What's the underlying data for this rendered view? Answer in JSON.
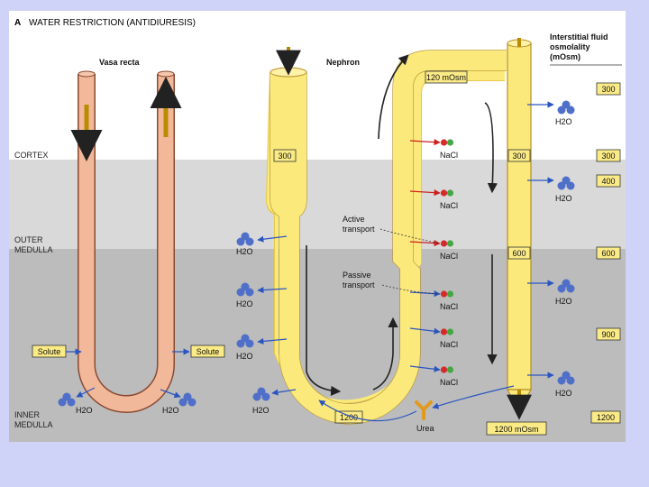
{
  "figure": {
    "panel_letter": "A",
    "title": "WATER RESTRICTION (ANTIDIURESIS)",
    "zones": {
      "cortex": "CORTEX",
      "outer_medulla": [
        "OUTER",
        "MEDULLA"
      ],
      "inner_medulla": [
        "INNER",
        "MEDULLA"
      ]
    },
    "vasa_recta": {
      "label": "Vasa recta",
      "solute_left": "Solute",
      "solute_right": "Solute",
      "h2o_left": "H2O",
      "h2o_right": "H2O"
    },
    "nephron": {
      "label": "Nephron",
      "box_top_descending": "300",
      "box_tip": "1200",
      "box_top_ascending": "120 mOsm",
      "collecting_duct_boxes": [
        "300",
        "600"
      ],
      "collecting_duct_bottom": "1200 mOsm",
      "h2o_labels": [
        "H2O",
        "H2O",
        "H2O",
        "H2O"
      ],
      "nacl_labels": [
        "NaCl",
        "NaCl",
        "NaCl",
        "NaCl",
        "NaCl",
        "NaCl"
      ],
      "active_transport": [
        "Active",
        "transport"
      ],
      "passive_transport": [
        "Passive",
        "transport"
      ],
      "urea": "Urea",
      "cd_h2o_labels": [
        "H2O",
        "H2O",
        "H2O",
        "H2O"
      ]
    },
    "interstitial": {
      "header": [
        "Interstitial fluid",
        "osmolality",
        "(mOsm)"
      ],
      "values": [
        "300",
        "300",
        "400",
        "600",
        "900",
        "1200"
      ]
    },
    "colors": {
      "cortex_band": "#ffffff",
      "outer_medulla_band": "#d9d9d9",
      "inner_medulla_band": "#bcbcbc",
      "vasa_recta_fill": "#f2b89a",
      "nephron_fill": "#fbe97b",
      "label_box_fill": "#fbeb86",
      "water_drop": "#4f6fc9",
      "arrow_blue": "#2b55c0",
      "arrow_red": "#cc1f1f"
    }
  }
}
